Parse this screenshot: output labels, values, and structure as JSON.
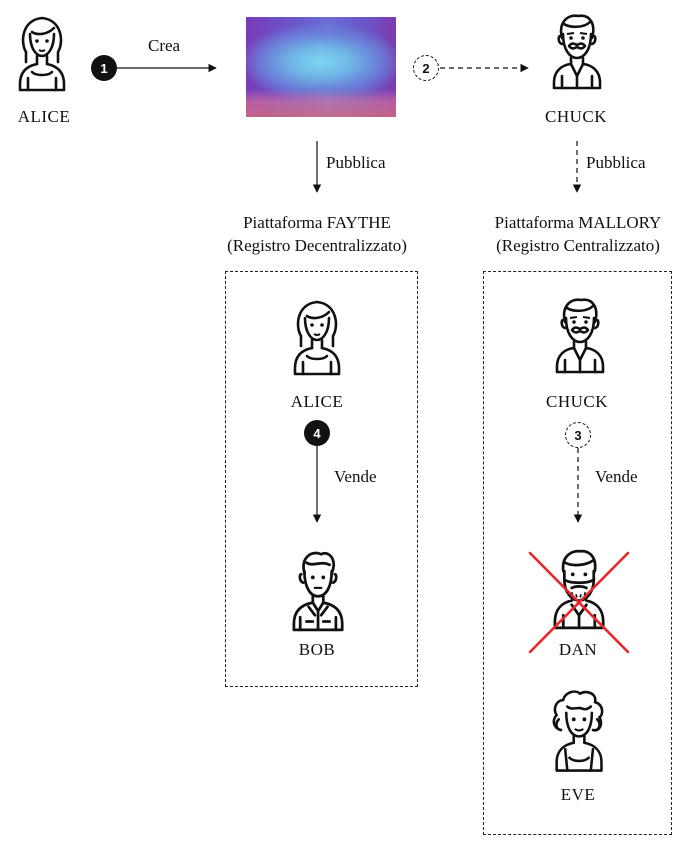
{
  "actors": {
    "alice_top": "ALICE",
    "chuck_top": "CHUCK",
    "alice_faythe": "ALICE",
    "bob": "BOB",
    "chuck_mallory": "CHUCK",
    "dan": "DAN",
    "eve": "EVE"
  },
  "edges": {
    "create": "Crea",
    "publish_left": "Pubblica",
    "publish_right": "Pubblica",
    "sell_left": "Vende",
    "sell_right": "Vende"
  },
  "steps": {
    "s1": "1",
    "s2": "2",
    "s3": "3",
    "s4": "4"
  },
  "platforms": {
    "faythe": {
      "name": "Piattaforma FAYTHE",
      "type": "(Registro Decentralizzato)"
    },
    "mallory": {
      "name": "Piattaforma MALLORY",
      "type": "(Registro Centralizzato)"
    }
  },
  "icons": {
    "woman": "woman-avatar-icon",
    "old_man": "mustache-man-avatar-icon",
    "young_man": "young-man-avatar-icon",
    "bearded_man": "bearded-man-avatar-icon",
    "curly_woman": "curly-hair-woman-avatar-icon",
    "cross": "red-cross-icon"
  },
  "colors": {
    "stroke": "#111111",
    "cross": "#e8262b"
  }
}
